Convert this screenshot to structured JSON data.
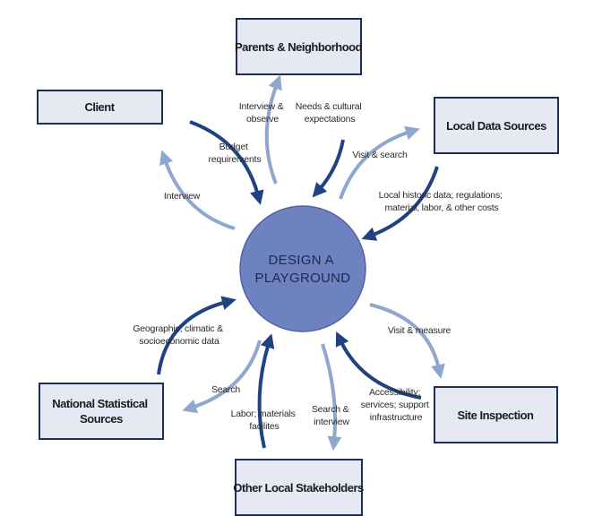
{
  "center": {
    "lines": [
      "DESIGN A",
      "PLAYGROUND"
    ],
    "fill": "#6e82bf"
  },
  "boxes": {
    "parents": {
      "lines": [
        "Parents & Neighborhood"
      ]
    },
    "client": {
      "lines": [
        "Client"
      ]
    },
    "local_data": {
      "lines": [
        "Local Data Sources"
      ]
    },
    "national": {
      "lines": [
        "National Statistical",
        "Sources"
      ]
    },
    "site": {
      "lines": [
        "Site Inspection"
      ]
    },
    "stakeholders": {
      "lines": [
        "Other Local Stakeholders"
      ]
    }
  },
  "labels": {
    "interview_client": [
      "Interview"
    ],
    "budget": [
      "Budget",
      "requirements"
    ],
    "interview_observe": [
      "Interview &",
      "observe"
    ],
    "needs_cultural": [
      "Needs & cultural",
      "expectations"
    ],
    "visit_search": [
      "Visit & search"
    ],
    "local_historic": [
      "Local historic data; regulations;",
      "material, labor, & other costs"
    ],
    "geographic": [
      "Geographic, climatic &",
      "socioeconomic data"
    ],
    "search_national": [
      "Search"
    ],
    "labor_materials": [
      "Labor; materials",
      "facilites"
    ],
    "search_interview": [
      "Search &",
      "interview"
    ],
    "accessibility": [
      "Accessibility;",
      "services; support",
      "infrastructure"
    ],
    "visit_measure": [
      "Visit & measure"
    ]
  },
  "colors": {
    "dark_arrow": "#1f4380",
    "light_arrow": "#8fa6cf",
    "box_fill": "#e6e9f4",
    "box_border": "#1f2e55"
  }
}
